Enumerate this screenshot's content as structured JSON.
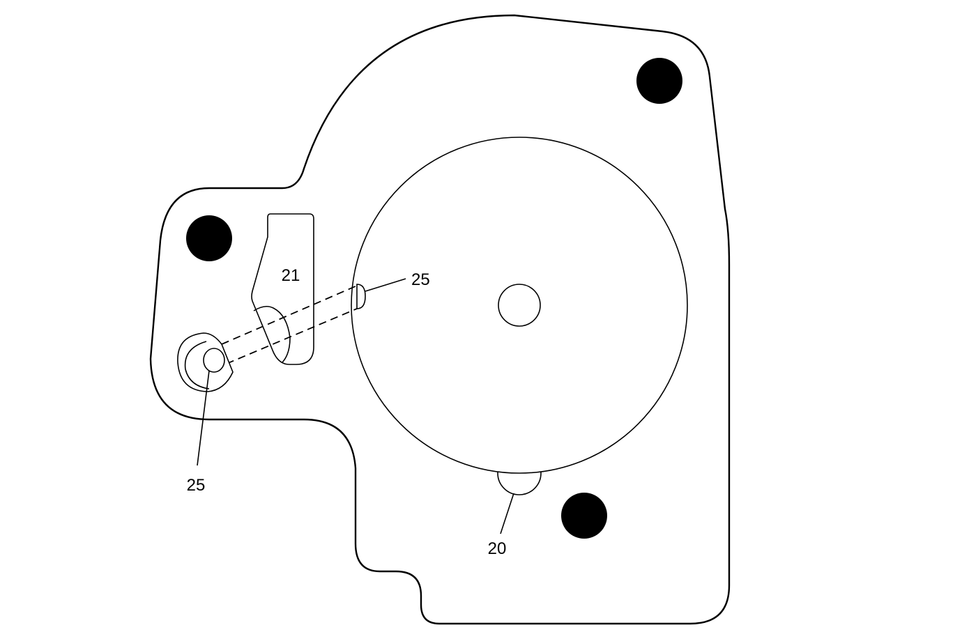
{
  "callouts": {
    "part_21": "21",
    "port_25_upper": "25",
    "port_25_lower": "25",
    "port_20": "20"
  }
}
